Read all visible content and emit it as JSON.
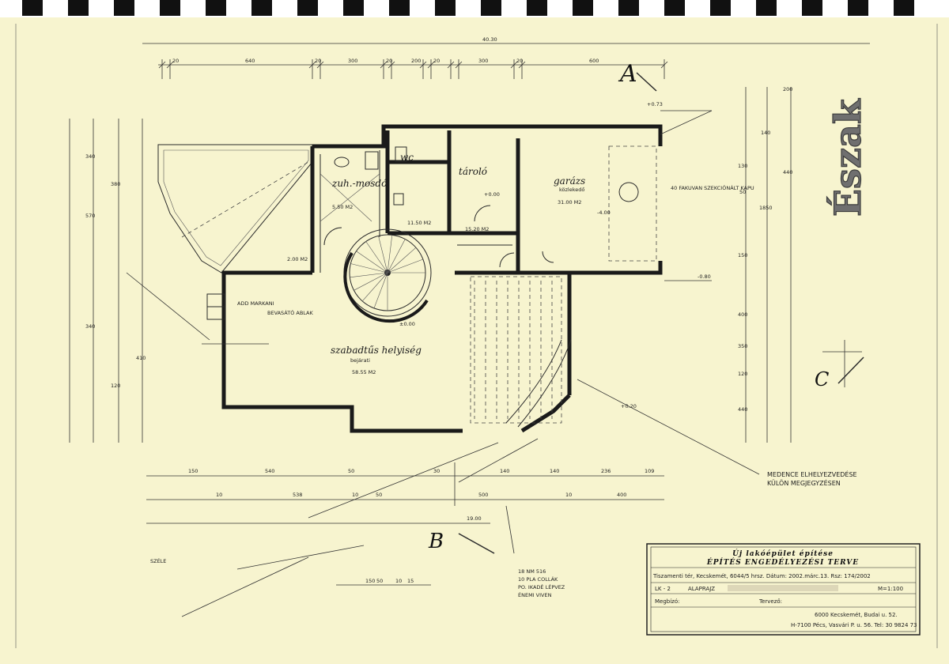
{
  "north_label": "Észak",
  "section_markers": {
    "a": "A",
    "b": "B",
    "c": "C"
  },
  "rooms": {
    "wc": "wc",
    "zuh_mosdo": "zuh.-mosdó",
    "tarolo": "tároló",
    "garazs": "garázs",
    "szabadtus_helyiseg": "szabadtűs helyiség"
  },
  "notes": {
    "medence_1": "MEDENCE ELHELYEZVEDÉSE",
    "medence_2": "KÜLÖN MEGJEGYZÉSEN",
    "fakuvan_1": "40 FAKUVAN SZEKCIÓNÁLT KAPU",
    "add_markani": "ADD MARKANI",
    "beveszto": "BEVASÁTÓ ABLAK",
    "terep_1": "18 NM 516",
    "terep_2": "10 PLA COLLÁK",
    "terep_3": "PO. IKADÉ LÉPVEZ",
    "terep_4": "ÉNEMI VIVEN",
    "szele": "SZÉLE",
    "bekeles": "bejárati",
    "kozlekedo": "közlekedő"
  },
  "dimensions": {
    "top_overall": "40.30",
    "top": [
      "20",
      "640",
      "20",
      "300",
      "20",
      "200",
      "20",
      "300",
      "20",
      "600"
    ],
    "right": [
      "200",
      "140",
      "440",
      "130",
      "50",
      "1850",
      "150",
      "400",
      "350",
      "120",
      "440"
    ],
    "left": [
      "340",
      "380",
      "570",
      "340",
      "120",
      "410"
    ],
    "bottom_1": [
      "150",
      "540",
      "50",
      "30",
      "140",
      "140",
      "236",
      "109"
    ],
    "bottom_2": [
      "10",
      "538",
      "10",
      "50",
      "500",
      "10",
      "400"
    ],
    "bottom_overall": "19.00",
    "lower_detail": [
      "150",
      "50",
      "10",
      "15"
    ],
    "room_areas": [
      "31.00 M2",
      "11.50 M2",
      "15.20 M2",
      "58.55 M2",
      "2.00 M2",
      "5.50 M2"
    ],
    "levels": [
      "+0.00",
      "+0.73",
      "-0.80",
      "±0.00",
      "+0.20",
      "-4.00"
    ]
  },
  "title_block": {
    "line1": "Új lakóépület építése",
    "line2": "ÉPÍTÉS ENGEDÉLYEZÉSI TERVE",
    "line3": "Tiszamenti tér, Kecskemét, 6044/5 hrsz. Dátum: 2002.márc.13. Rsz: 174/2002",
    "line4_left": "LK - 2",
    "line4_mid": "ALAPRAJZ",
    "line4_right": "M=1:100",
    "megbizo_label": "Megbízó:",
    "tervezo_label": "Tervező:",
    "address_1": "6000 Kecskemét, Budai u. 52.",
    "address_2": "H-7100 Pécs, Vasvári P. u. 56. Tel: 30 9824 73"
  }
}
